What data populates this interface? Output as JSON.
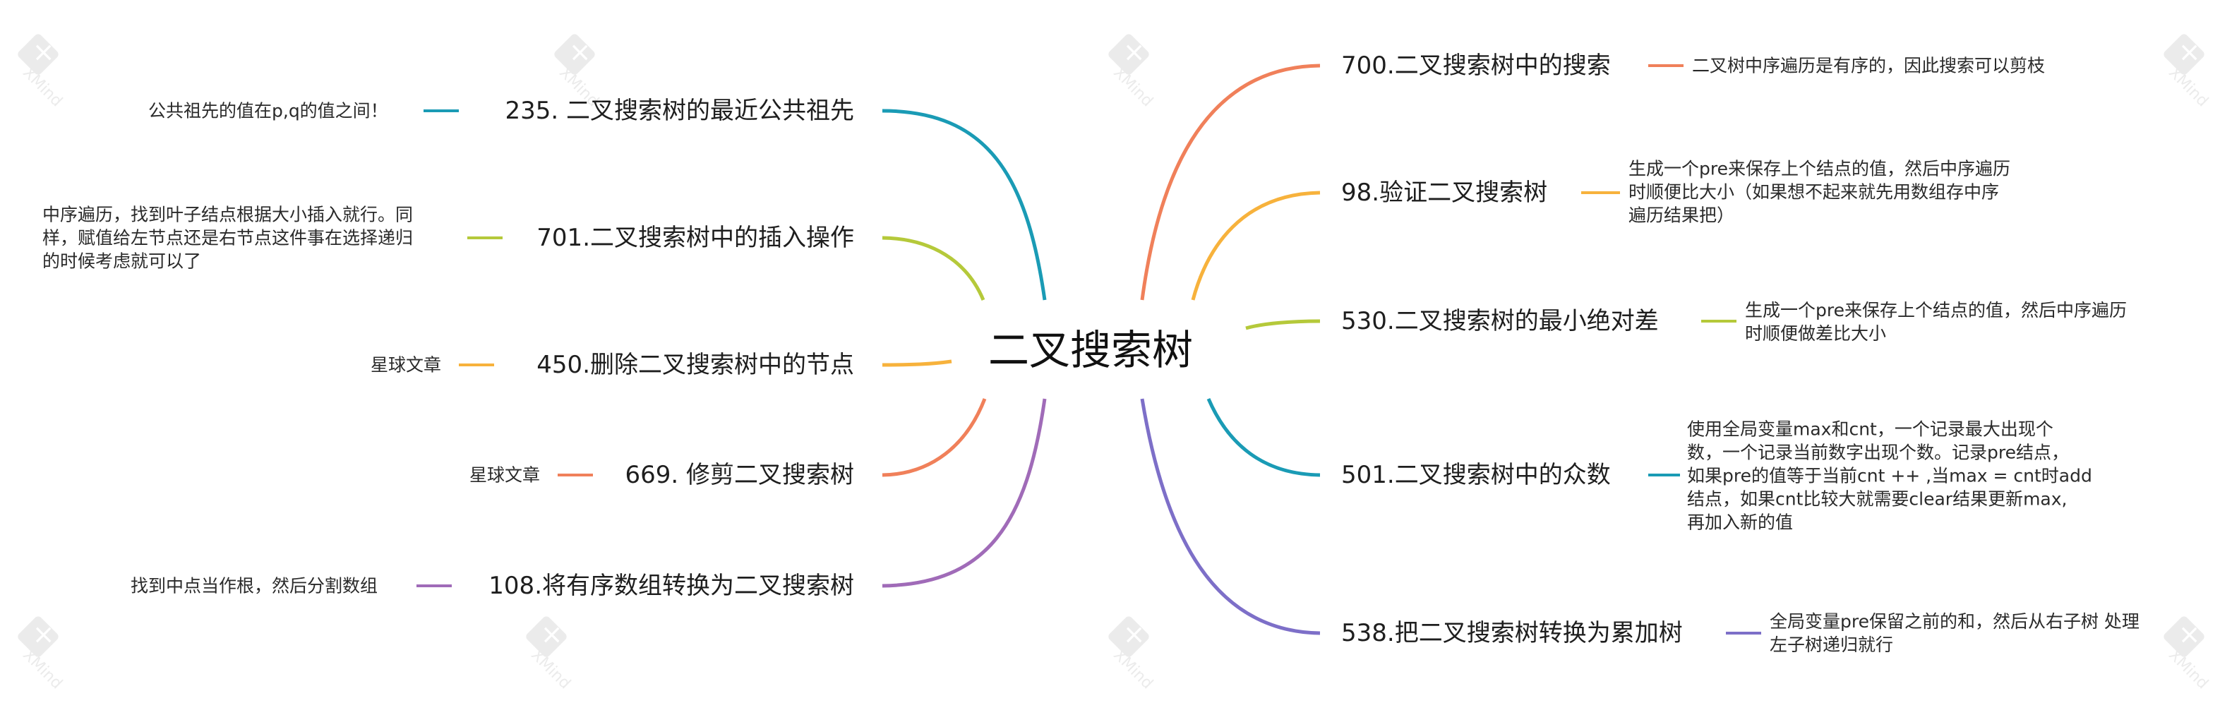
{
  "central": {
    "label": "二叉搜索树"
  },
  "watermark": {
    "text": "XMind"
  },
  "colors": {
    "n700": "#f0805a",
    "n98": "#f7b23c",
    "n530": "#b5c93a",
    "n501": "#1a9bb5",
    "n538": "#7d6fc8",
    "n235": "#1a9bb5",
    "n701": "#b5c93a",
    "n450": "#f7b23c",
    "n669": "#f0805a",
    "n108": "#a06bb8"
  },
  "right": [
    {
      "label": "700.二叉搜索树中的搜索",
      "note": [
        "二叉树中序遍历是有序的，因此搜索可以剪枝"
      ]
    },
    {
      "label": "98.验证二叉搜索树",
      "note": [
        "生成一个pre来保存上个结点的值，然后中序遍历",
        "时顺便比大小（如果想不起来就先用数组存中序",
        "遍历结果把）"
      ]
    },
    {
      "label": "530.二叉搜索树的最小绝对差",
      "note": [
        "生成一个pre来保存上个结点的值，然后中序遍历",
        "时顺便做差比大小"
      ]
    },
    {
      "label": "501.二叉搜索树中的众数",
      "note": [
        "使用全局变量max和cnt，一个记录最大出现个",
        "数，一个记录当前数字出现个数。记录pre结点，",
        "如果pre的值等于当前cnt ++ ,当max = cnt时add",
        "结点，如果cnt比较大就需要clear结果更新max,",
        "再加入新的值"
      ]
    },
    {
      "label": "538.把二叉搜索树转换为累加树",
      "note": [
        "全局变量pre保留之前的和，然后从右子树 处理",
        "左子树递归就行"
      ]
    }
  ],
  "left": [
    {
      "label": "235. 二叉搜索树的最近公共祖先",
      "note": [
        "公共祖先的值在p,q的值之间！"
      ]
    },
    {
      "label": "701.二叉搜索树中的插入操作",
      "note": [
        "中序遍历，找到叶子结点根据大小插入就行。同",
        "样，赋值给左节点还是右节点这件事在选择递归",
        "的时候考虑就可以了"
      ]
    },
    {
      "label": "450.删除二叉搜索树中的节点",
      "note": [
        "星球文章"
      ]
    },
    {
      "label": "669. 修剪二叉搜索树",
      "note": [
        "星球文章"
      ]
    },
    {
      "label": "108.将有序数组转换为二叉搜索树",
      "note": [
        "找到中点当作根，然后分割数组"
      ]
    }
  ]
}
